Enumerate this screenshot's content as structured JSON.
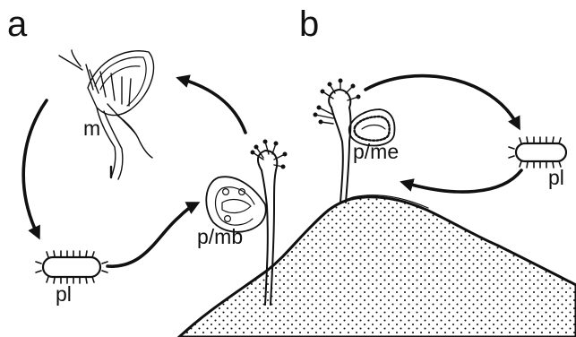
{
  "panels": [
    {
      "letter": "a",
      "stages": {
        "medusa": "m",
        "planula": "pl",
        "polyp": "p/mb"
      }
    },
    {
      "letter": "b",
      "stages": {
        "polyp": "p/me",
        "planula": "pl"
      }
    }
  ],
  "colors": {
    "ink": "#111111",
    "background": "#ffffff"
  }
}
